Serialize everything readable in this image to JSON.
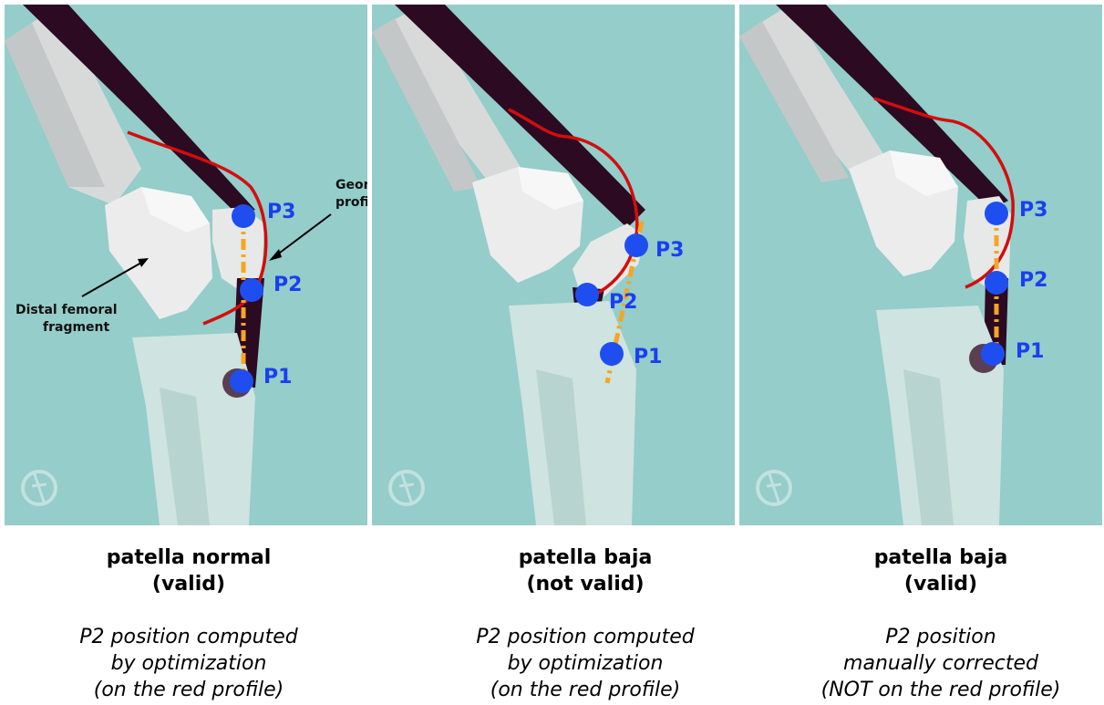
{
  "panels": [
    {
      "points": {
        "p1": "P1",
        "p2": "P2",
        "p3": "P3"
      },
      "annotations": {
        "profile_line1": "Geometrical",
        "profile_line2": "profile",
        "fragment_line1": "Distal femoral",
        "fragment_line2": "fragment"
      },
      "title_line1": "patella normal",
      "title_line2": "(valid)",
      "sub_line1": "P2 position computed",
      "sub_line2": "by optimization",
      "sub_line3": " (on the red profile)"
    },
    {
      "points": {
        "p1": "P1",
        "p2": "P2",
        "p3": "P3"
      },
      "title_line1": "patella baja",
      "title_line2": "(not valid)",
      "sub_line1": "P2 position computed",
      "sub_line2": "by optimization",
      "sub_line3": " (on the red profile)"
    },
    {
      "points": {
        "p1": "P1",
        "p2": "P2",
        "p3": "P3"
      },
      "title_line1": "patella baja",
      "title_line2": "(valid)",
      "sub_line1": "P2 position",
      "sub_line2": "manually corrected",
      "sub_line3": "(NOT on the red profile)"
    }
  ],
  "colors": {
    "background": "#94cdc9",
    "profile": "#d40d0d",
    "axis": "#f5a623",
    "point": "#1f4ef0",
    "tendon": "#2b0a22",
    "bone": "#e4e6e6",
    "tibia": "#cfe3e0"
  },
  "icons": [
    "watermark-logo-icon"
  ]
}
